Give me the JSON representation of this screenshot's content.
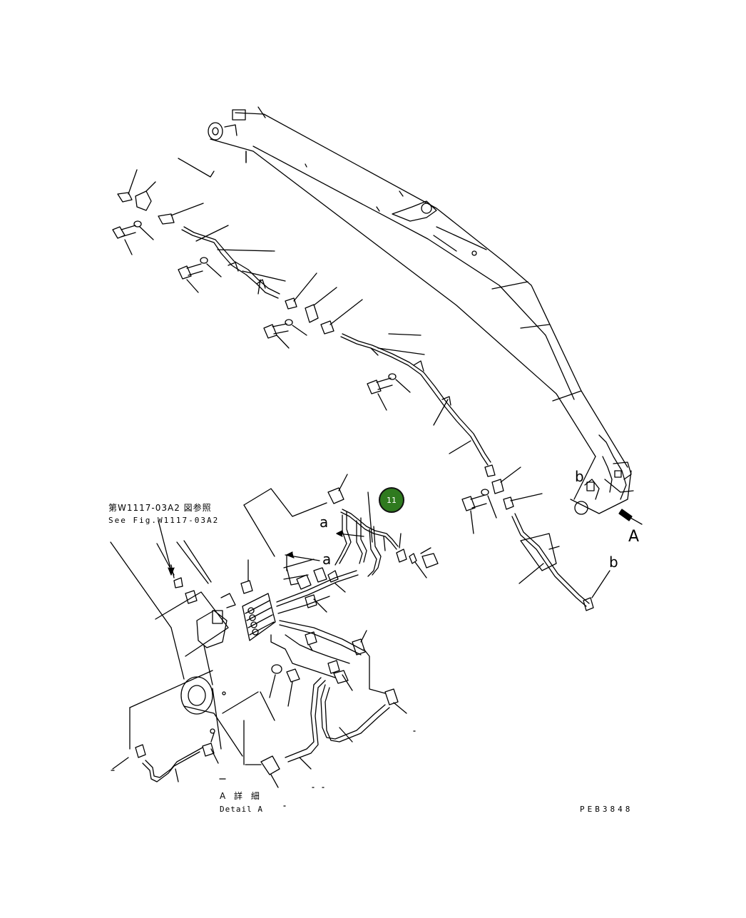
{
  "badge": {
    "label": "11",
    "color": "#2f7a1f"
  },
  "callouts": {
    "a1": "a",
    "a2": "a",
    "b1": "b",
    "b2": "b",
    "A": "A"
  },
  "ref": {
    "jp": "第W1117-03A2 図参照",
    "en": "See Fig.W1117-03A2"
  },
  "detail": {
    "jp": "A 詳 細",
    "en": "Detail A"
  },
  "drawing_number": "PEB3848"
}
